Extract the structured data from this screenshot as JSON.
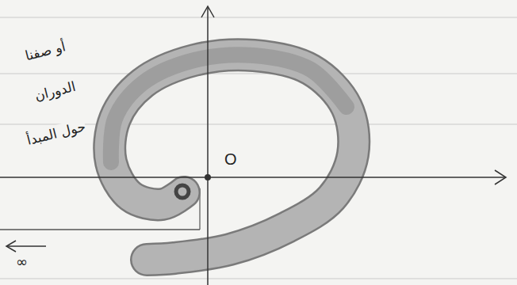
{
  "diagram": {
    "labels": [
      "أو صفنا الدوران حول المبدأ",
      "O",
      "∞"
    ]
  }
}
